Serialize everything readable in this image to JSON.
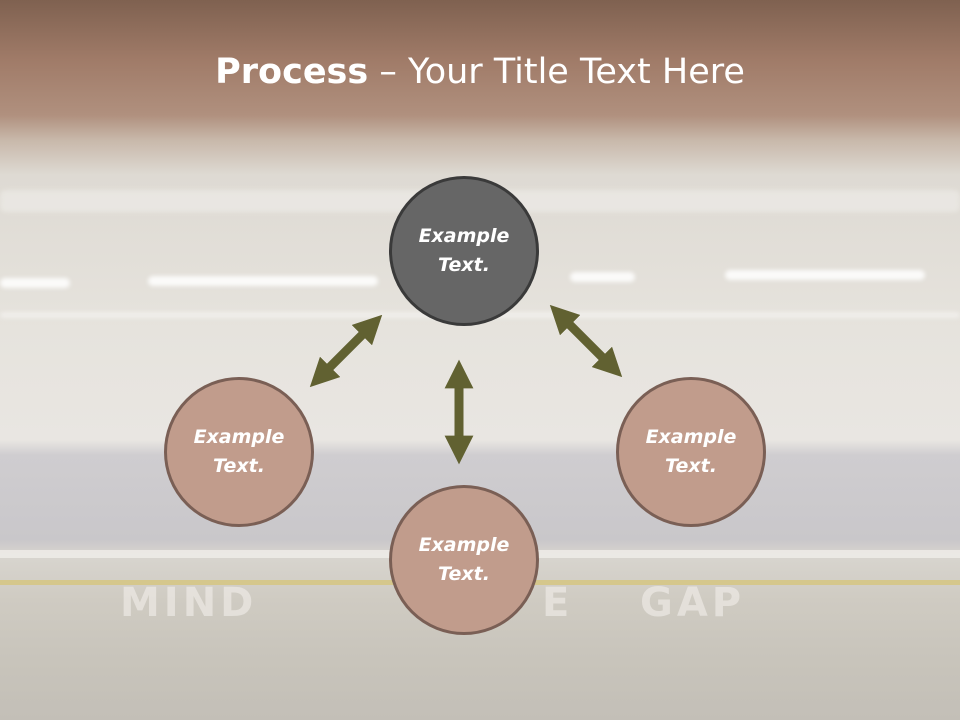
{
  "title": {
    "bold": "Process",
    "dash": " – ",
    "rest": "Your Title Text Here"
  },
  "nodes": [
    {
      "id": "center",
      "label_line1": "Example",
      "label_line2": "Text."
    },
    {
      "id": "left",
      "label_line1": "Example",
      "label_line2": "Text."
    },
    {
      "id": "bottom",
      "label_line1": "Example",
      "label_line2": "Text."
    },
    {
      "id": "right",
      "label_line1": "Example",
      "label_line2": "Text."
    }
  ],
  "background_text": {
    "left": "MIND",
    "mid": "E",
    "right": "GAP"
  },
  "colors": {
    "center_fill": "#666666",
    "outer_fill": "#c19c8c",
    "arrow": "#616131",
    "title": "#ffffff"
  }
}
